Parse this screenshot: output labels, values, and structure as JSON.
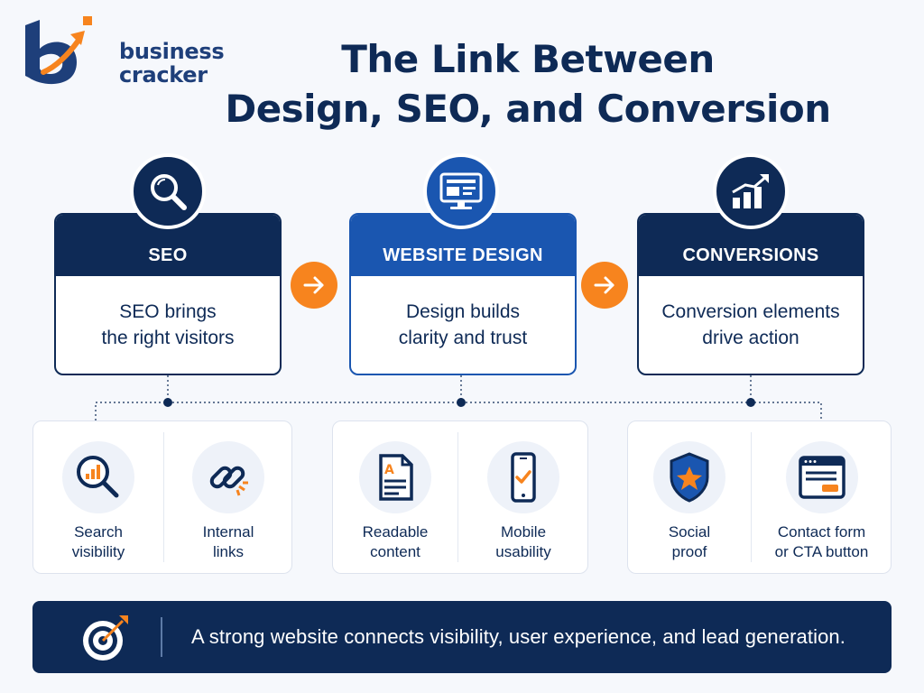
{
  "brand": {
    "name_line1": "business",
    "name_line2": "cracker"
  },
  "title": {
    "line1": "The Link Between",
    "line2": "Design, SEO, and Conversion"
  },
  "stages": [
    {
      "header": "SEO",
      "description_line1": "SEO brings",
      "description_line2": "the right visitors",
      "icon": "magnifier-icon"
    },
    {
      "header": "WEBSITE DESIGN",
      "description_line1": "Design builds",
      "description_line2": "clarity and trust",
      "icon": "monitor-icon"
    },
    {
      "header": "CONVERSIONS",
      "description_line1": "Conversion elements",
      "description_line2": "drive action",
      "icon": "growth-chart-icon"
    }
  ],
  "elements": [
    {
      "line1": "Search",
      "line2": "visibility",
      "icon": "search-chart-icon"
    },
    {
      "line1": "Internal",
      "line2": "links",
      "icon": "chain-link-icon"
    },
    {
      "line1": "Readable",
      "line2": "content",
      "icon": "document-icon"
    },
    {
      "line1": "Mobile",
      "line2": "usability",
      "icon": "mobile-check-icon"
    },
    {
      "line1": "Social",
      "line2": "proof",
      "icon": "shield-star-icon"
    },
    {
      "line1": "Contact form",
      "line2": "or CTA button",
      "icon": "form-window-icon"
    }
  ],
  "banner": {
    "text": "A strong website connects visibility, user experience, and lead generation.",
    "icon": "target-arrow-icon"
  },
  "colors": {
    "navy": "#0e2a56",
    "blue": "#1a56b0",
    "orange": "#f7841e",
    "background": "#f6f8fc"
  }
}
